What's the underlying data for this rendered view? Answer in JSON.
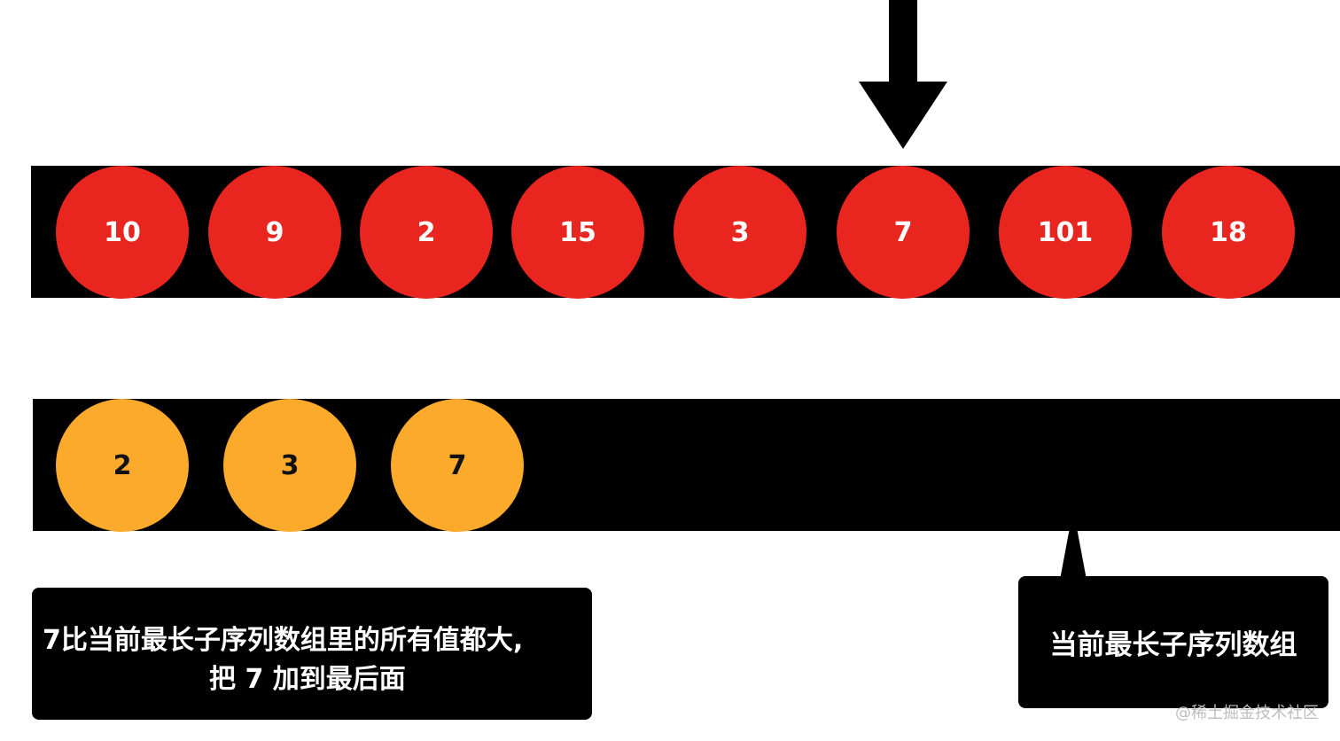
{
  "input_sequence": {
    "values": [
      "10",
      "9",
      "2",
      "15",
      "3",
      "7",
      "101",
      "18"
    ],
    "current_index": 5,
    "circle_color": "#e8251f"
  },
  "subsequence": {
    "values": [
      "2",
      "3",
      "7"
    ],
    "circle_color": "#fbaa2b"
  },
  "annotations": {
    "explanation_line1": "7比当前最长子序列数组里的所有值都大,",
    "explanation_line2": "把 7 加到最后面",
    "subsequence_label": "当前最长子序列数组"
  },
  "watermark": "@稀土掘金技术社区"
}
